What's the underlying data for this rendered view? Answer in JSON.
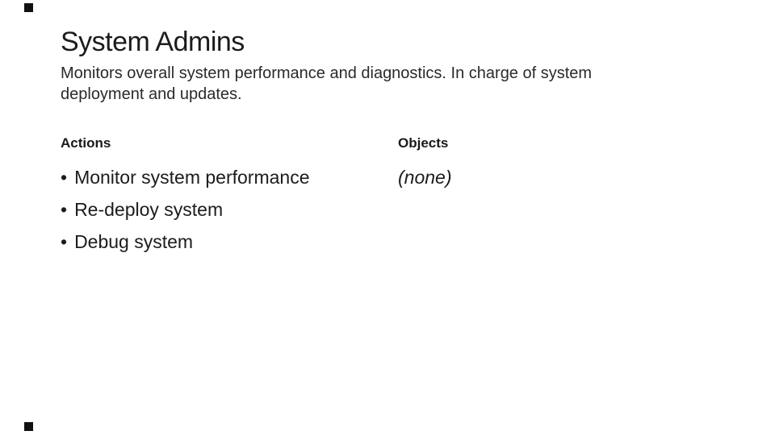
{
  "slide": {
    "title": "System Admins",
    "subtitle_lines": [
      "Monitors overall system performance and diagnostics. In charge of system",
      "deployment and updates."
    ],
    "columns": {
      "actions": {
        "header": "Actions",
        "bullet_char": "•",
        "items": [
          "Monitor system performance",
          "Re-deploy system",
          "Debug system"
        ]
      },
      "objects": {
        "header": "Objects",
        "value": "(none)"
      }
    },
    "colors": {
      "background": "#ffffff",
      "text": "#1c1c1c",
      "corner_mark": "#111111"
    }
  }
}
